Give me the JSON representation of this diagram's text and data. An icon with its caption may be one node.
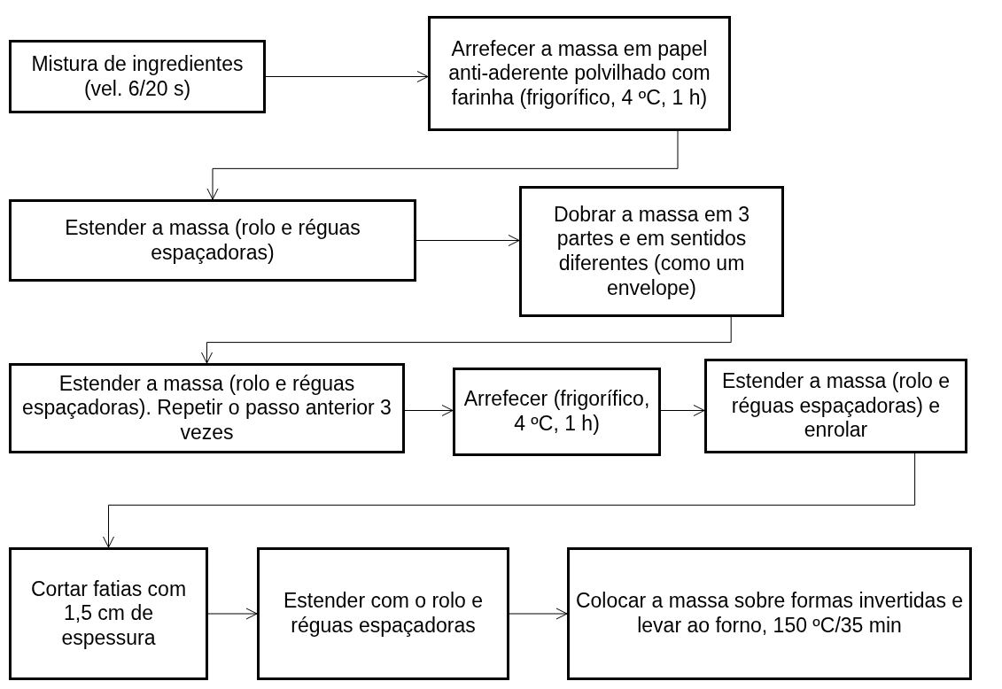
{
  "diagram": {
    "nodes": [
      {
        "text": [
          "Mistura de ingredientes (vel. 6/20 s)"
        ]
      },
      {
        "text": [
          "Arrefecer a massa em papel anti-aderente polvilhado com farinha (frigorífico, 4 ºC, 1 h)"
        ]
      },
      {
        "text": [
          "Estender a massa (rolo e réguas espaçadoras)"
        ]
      },
      {
        "text": [
          "Dobrar a massa em 3 partes e em sentidos diferentes (como um envelope)"
        ]
      },
      {
        "text": [
          "Estender a massa (rolo e réguas espaçadoras). Repetir o passo anterior 3 vezes"
        ]
      },
      {
        "text": [
          "Arrefecer (frigorífico, 4 ºC, 1 h)"
        ]
      },
      {
        "text": [
          "Estender a massa (rolo e réguas espaçadoras) e enrolar"
        ]
      },
      {
        "text": [
          "Cortar fatias com 1,5 cm de espessura"
        ]
      },
      {
        "text": [
          "Estender com o rolo e réguas espaçadoras"
        ]
      },
      {
        "text": [
          "Colocar a massa sobre formas invertidas e levar ao forno, 150 ºC/35 min"
        ]
      }
    ],
    "edges": [
      {
        "from": 0,
        "to": 1,
        "arrow": "to"
      },
      {
        "from": 1,
        "to": 2,
        "arrow": "to"
      },
      {
        "from": 2,
        "to": 3,
        "arrow": "to"
      },
      {
        "from": 3,
        "to": 4,
        "arrow": "to"
      },
      {
        "from": 4,
        "to": 5,
        "arrow": "to"
      },
      {
        "from": 5,
        "to": 6,
        "arrow": "to"
      },
      {
        "from": 6,
        "to": 7,
        "arrow": "to"
      },
      {
        "from": 7,
        "to": 8,
        "arrow": "to"
      },
      {
        "from": 8,
        "to": 9,
        "arrow": "to"
      }
    ]
  }
}
